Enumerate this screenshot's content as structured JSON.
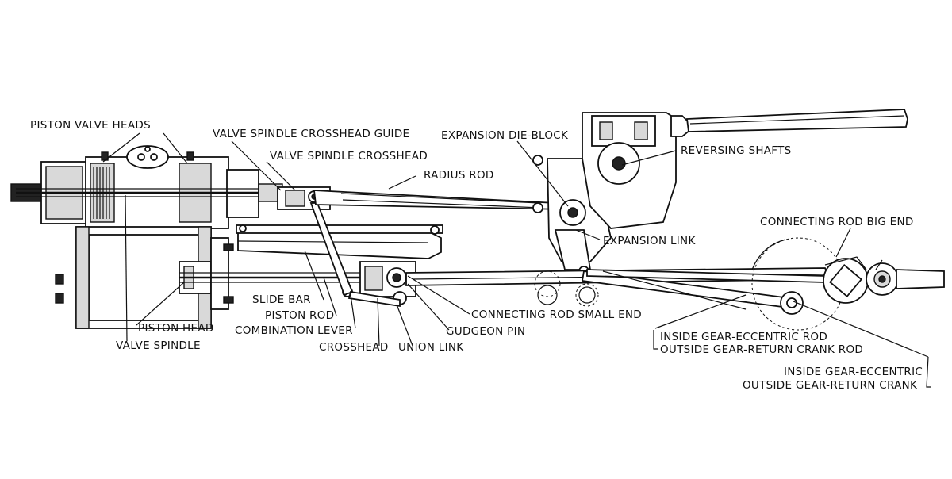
{
  "labels": {
    "piston_valve_heads": "PISTON VALVE HEADS",
    "valve_spindle_crosshead_guide": "VALVE SPINDLE CROSSHEAD GUIDE",
    "valve_spindle_crosshead": "VALVE SPINDLE CROSSHEAD",
    "radius_rod": "RADIUS ROD",
    "expansion_die_block": "EXPANSION DIE-BLOCK",
    "reversing_shafts": "REVERSING SHAFTS",
    "connecting_rod_big_end": "CONNECTING ROD BIG END",
    "expansion_link": "EXPANSION LINK",
    "slide_bar": "SLIDE BAR",
    "piston_rod": "PISTON ROD",
    "combination_lever": "COMBINATION LEVER",
    "crosshead": "CROSSHEAD",
    "union_link": "UNION LINK",
    "gudgeon_pin": "GUDGEON PIN",
    "connecting_rod_small_end": "CONNECTING ROD SMALL END",
    "piston_head": "PISTON HEAD",
    "valve_spindle": "VALVE SPINDLE",
    "inside_gear_eccentric_rod": "INSIDE GEAR-ECCENTRIC ROD",
    "outside_gear_return_crank_rod": "OUTSIDE GEAR-RETURN CRANK ROD",
    "inside_gear_eccentric": "INSIDE GEAR-ECCENTRIC",
    "outside_gear_return_crank": "OUTSIDE GEAR-RETURN CRANK"
  }
}
